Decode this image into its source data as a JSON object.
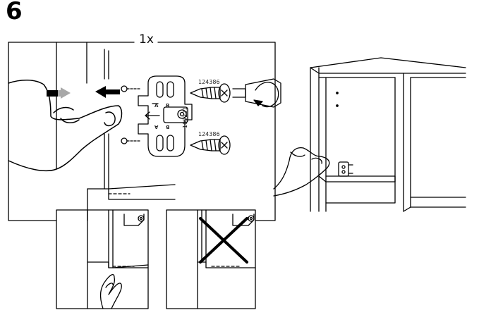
{
  "step": {
    "number": "6"
  },
  "main_panel": {
    "quantity": "1x",
    "screw_code_top": "124386",
    "screw_code_bottom": "124386",
    "plate_code": "109221",
    "plate_marks": [
      "A",
      "B",
      "A",
      "B"
    ]
  },
  "detail_panels": [
    {
      "state": "correct"
    },
    {
      "state": "incorrect"
    }
  ],
  "colors": {
    "line": "#000000",
    "arrow_gray": "#a8a8a8",
    "background": "#ffffff"
  }
}
